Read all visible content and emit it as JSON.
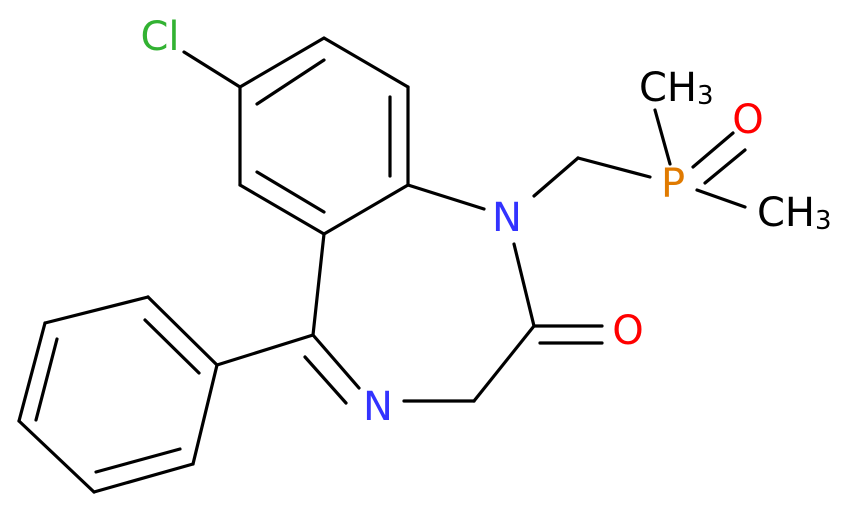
{
  "colors": {
    "bond": "#000000",
    "Cl": "#32b232",
    "N": "#3333ff",
    "O": "#ff0000",
    "P": "#e07a00",
    "C": "#000000"
  },
  "atoms": {
    "cl": "Cl",
    "n1": "N",
    "n4": "N",
    "o_carbonyl": "O",
    "p": "P",
    "o_phosphoryl": "O",
    "ch3_top": "CH",
    "ch3_top_sub": "3",
    "ch3_right": "CH",
    "ch3_right_sub": "3"
  }
}
